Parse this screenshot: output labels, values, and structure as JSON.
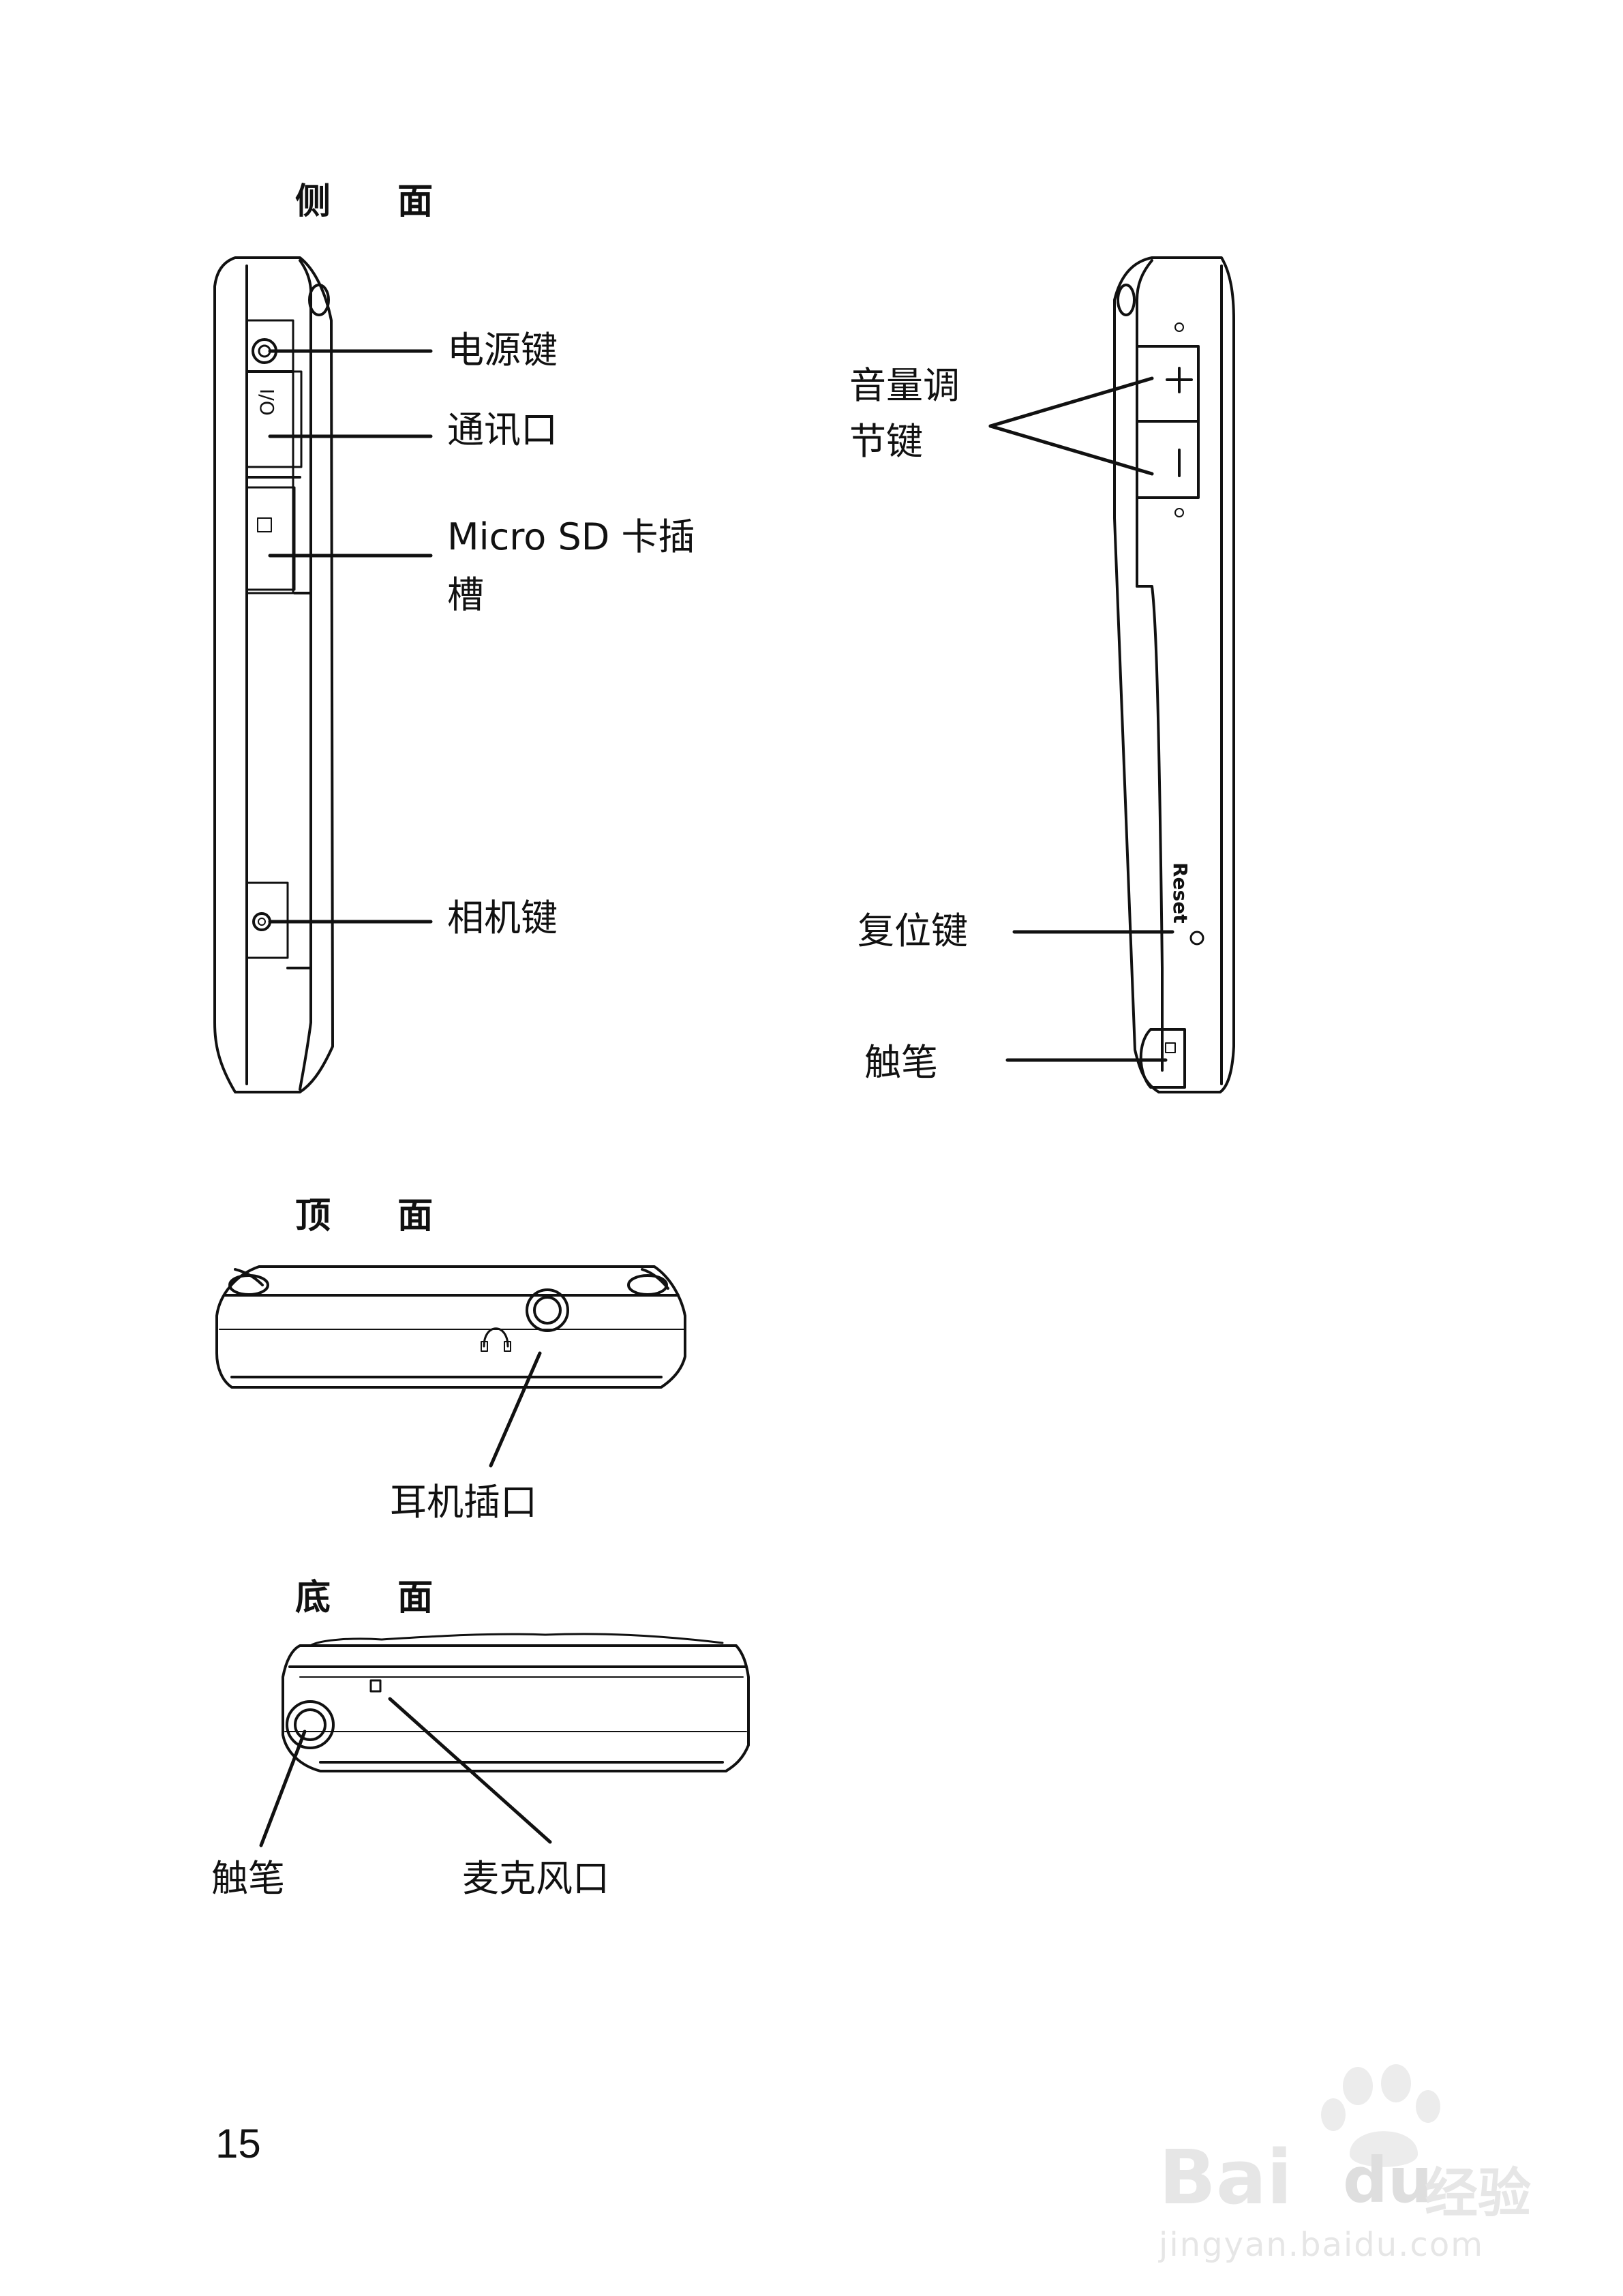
{
  "sections": {
    "side": "侧 面",
    "top": "顶 面",
    "bottom": "底 面"
  },
  "labels": {
    "power_key": "电源键",
    "comm_port": "通讯口",
    "sd_slot_line1": "Micro SD 卡插",
    "sd_slot_line2": "槽",
    "camera_key": "相机键",
    "volume_line1": "音量调",
    "volume_line2": "节键",
    "reset_key": "复位键",
    "stylus_side": "触笔",
    "headphone_jack": "耳机插口",
    "stylus_bottom": "触笔",
    "microphone": "麦克风口"
  },
  "device_markings": {
    "reset": "Reset",
    "plus": "+",
    "minus": "−"
  },
  "page_number": "15",
  "watermark": {
    "brand": "Bai",
    "brand2": "du",
    "product": "经验",
    "url": "jingyan.baidu.com"
  },
  "colors": {
    "ink": "#111111",
    "watermark": "#e2e2e2"
  }
}
